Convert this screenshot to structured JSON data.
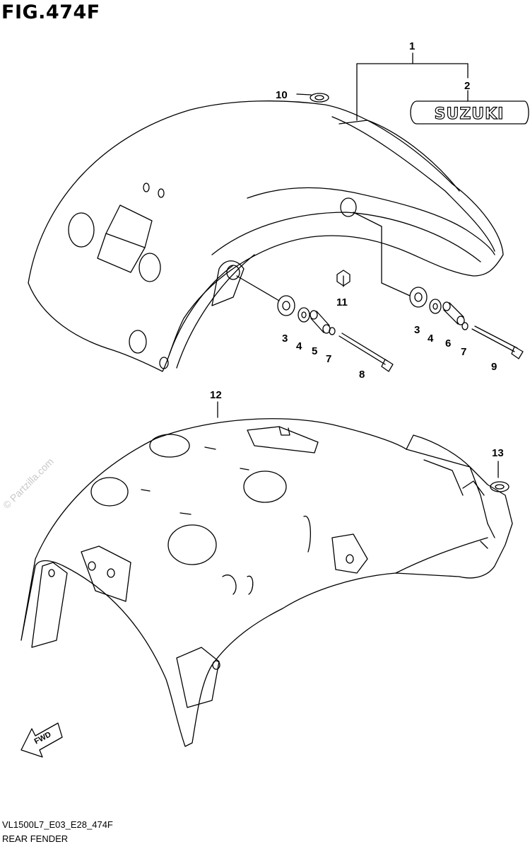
{
  "figure": {
    "title": "FIG.474F",
    "code": "VL1500L7_E03_E28_474F",
    "name": "REAR FENDER",
    "logo_text": "SUZUKI",
    "fwd_text": "FWD",
    "watermark": "© Partzilla.com"
  },
  "callouts": [
    "1",
    "2",
    "3",
    "4",
    "5",
    "7",
    "8",
    "10",
    "11",
    "3",
    "4",
    "6",
    "7",
    "9",
    "12",
    "13"
  ]
}
